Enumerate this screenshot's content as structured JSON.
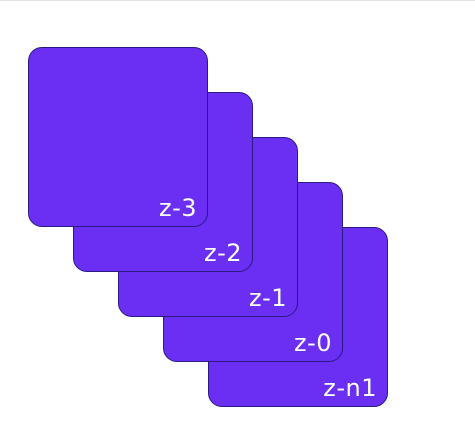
{
  "colors": {
    "card_fill": "#6a2ff2",
    "card_border": "#2a1a86",
    "label_text": "#ffffff",
    "background": "#ffffff"
  },
  "cards": [
    {
      "label": "z-3"
    },
    {
      "label": "z-2"
    },
    {
      "label": "z-1"
    },
    {
      "label": "z-0"
    },
    {
      "label": "z-n1"
    }
  ]
}
